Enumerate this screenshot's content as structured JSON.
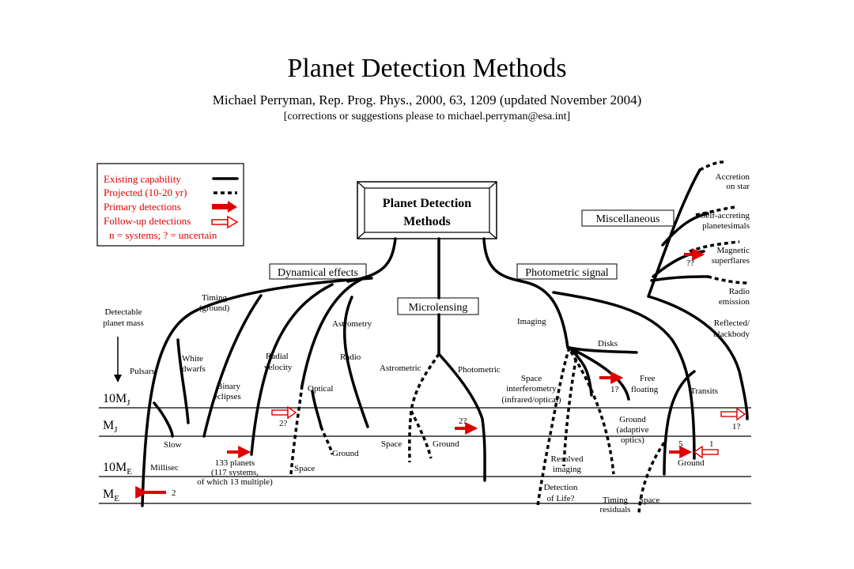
{
  "page": {
    "title": "Planet Detection Methods",
    "subtitle": "Michael Perryman, Rep. Prog. Phys., 2000, 63, 1209 (updated November 2004)",
    "note": "[corrections or suggestions please to michael.perryman@esa.int]"
  },
  "legend": {
    "existing": "Existing capability",
    "projected": "Projected (10-20 yr)",
    "primary": "Primary detections",
    "followup": "Follow-up detections",
    "key": "n = systems; ? = uncertain"
  },
  "center_box": {
    "line1": "Planet Detection",
    "line2": "Methods"
  },
  "categories": {
    "dynamical": "Dynamical effects",
    "microlensing": "Microlensing",
    "photometric": "Photometric signal",
    "misc": "Miscellaneous"
  },
  "mass_axis": {
    "title_line1": "Detectable",
    "title_line2": "planet mass",
    "levels": [
      {
        "main": "10M",
        "sub": "J"
      },
      {
        "main": "M",
        "sub": "J"
      },
      {
        "main": "10M",
        "sub": "E"
      },
      {
        "main": "M",
        "sub": "E"
      }
    ]
  },
  "labels": {
    "timing1": "Timing",
    "timing2": "(ground)",
    "pulsars": "Pulsars",
    "white1": "White",
    "white2": "dwarfs",
    "binary1": "Binary",
    "binary2": "eclipses",
    "radial1": "Radial",
    "radial2": "velocity",
    "astrometry": "Astrometry",
    "radio": "Radio",
    "optical": "Optical",
    "slow": "Slow",
    "millisec": "Millisec",
    "planets1": "133 planets",
    "planets2": "(117 systems,",
    "planets3": "of which 13 multiple)",
    "space": "Space",
    "ground": "Ground",
    "astrometric": "Astrometric",
    "photometric": "Photometric",
    "imaging": "Imaging",
    "disks": "Disks",
    "free1": "Free",
    "free2": "floating",
    "spint1": "Space",
    "spint2": "interferometry",
    "spint3": "(infrared/optical)",
    "groundao1": "Ground",
    "groundao2": "(adaptive",
    "groundao3": "optics)",
    "resolved1": "Resolved",
    "resolved2": "imaging",
    "life1": "Detection",
    "life2": "of Life?",
    "timing_res1": "Timing",
    "timing_res2": "residuals",
    "transits": "Transits",
    "accretion1": "Accretion",
    "accretion2": "on star",
    "selfacc1": "Self-accreting",
    "selfacc2": "planetesimals",
    "magnetic1": "Magnetic",
    "magnetic2": "superflares",
    "radioem1": "Radio",
    "radioem2": "emission",
    "reflected1": "Reflected/",
    "reflected2": "blackbody",
    "n2": "2",
    "q2": "2?",
    "q2b": "2?",
    "q1": "1?",
    "q1b": "1?",
    "qq": "??",
    "n5": "5",
    "n1": "1"
  },
  "colors": {
    "primary_arrow": "#e00000",
    "legend_text": "#e00000"
  }
}
